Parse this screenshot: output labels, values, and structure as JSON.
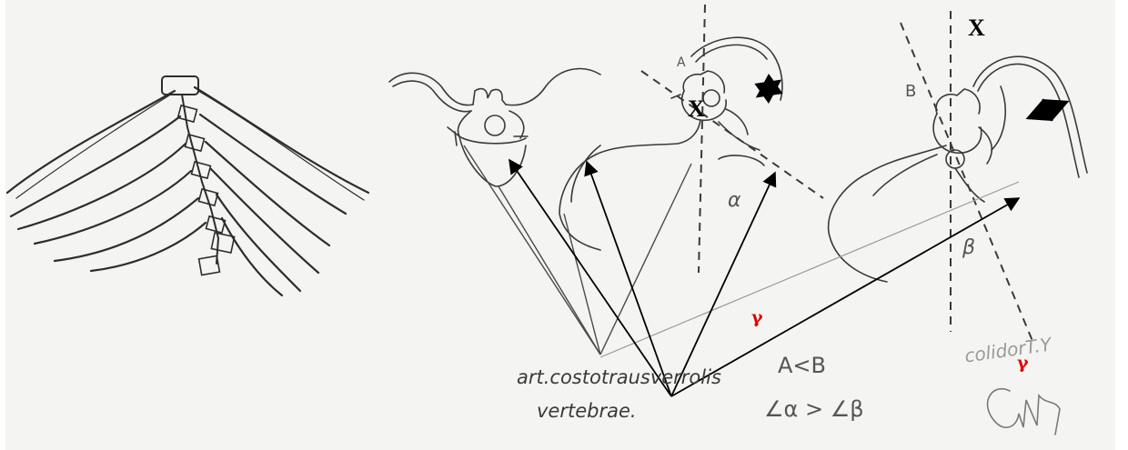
{
  "labels": {
    "x_marker": "X",
    "gamma": "γ",
    "angle_a": "A",
    "angle_b": "B",
    "alpha": "α",
    "beta": "β",
    "note_art_line1": "art.costotrausverrolis",
    "note_art_line2": "vertebrae.",
    "compare_ab": "A<B",
    "compare_angles": "∠α > ∠β",
    "author_note": "colidorT.Y"
  },
  "colors": {
    "paper": "#f4f4f2",
    "pencil": "#3a3a3a",
    "arrow": "#000000",
    "gamma": "#e00000"
  }
}
